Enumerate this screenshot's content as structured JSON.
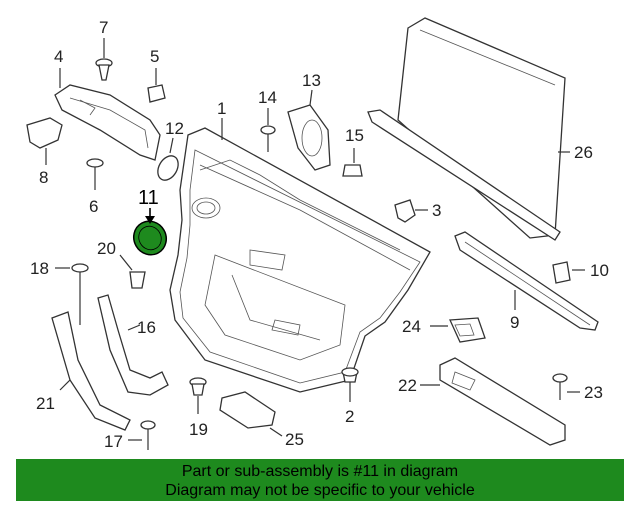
{
  "callouts": [
    {
      "id": "1",
      "label": "1"
    },
    {
      "id": "2",
      "label": "2"
    },
    {
      "id": "3",
      "label": "3"
    },
    {
      "id": "4",
      "label": "4"
    },
    {
      "id": "5",
      "label": "5"
    },
    {
      "id": "6",
      "label": "6"
    },
    {
      "id": "7",
      "label": "7"
    },
    {
      "id": "8",
      "label": "8"
    },
    {
      "id": "9",
      "label": "9"
    },
    {
      "id": "10",
      "label": "10"
    },
    {
      "id": "11",
      "label": "11"
    },
    {
      "id": "12",
      "label": "12"
    },
    {
      "id": "13",
      "label": "13"
    },
    {
      "id": "14",
      "label": "14"
    },
    {
      "id": "15",
      "label": "15"
    },
    {
      "id": "16",
      "label": "16"
    },
    {
      "id": "17",
      "label": "17"
    },
    {
      "id": "18",
      "label": "18"
    },
    {
      "id": "19",
      "label": "19"
    },
    {
      "id": "20",
      "label": "20"
    },
    {
      "id": "21",
      "label": "21"
    },
    {
      "id": "22",
      "label": "22"
    },
    {
      "id": "23",
      "label": "23"
    },
    {
      "id": "24",
      "label": "24"
    },
    {
      "id": "25",
      "label": "25"
    },
    {
      "id": "26",
      "label": "26"
    }
  ],
  "highlight": {
    "part": "11",
    "color": "#1e8a1e"
  },
  "banner": {
    "line1": "Part or sub-assembly is #11 in diagram",
    "line2": "Diagram may not be specific to your vehicle",
    "color": "#1e8a1e"
  }
}
